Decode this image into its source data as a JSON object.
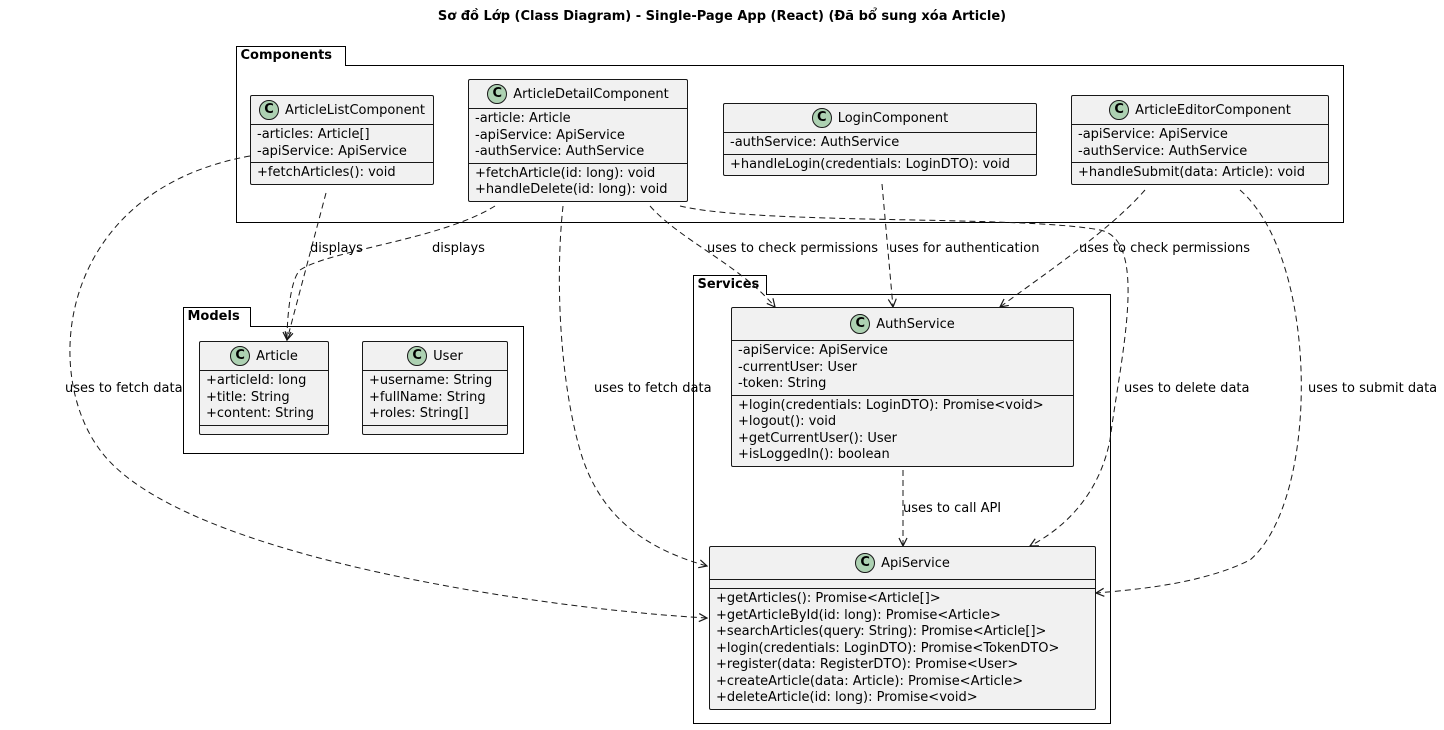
{
  "title": "Sơ đồ Lớp (Class Diagram) - Single-Page App (React) (Đã bổ sung xóa Article)",
  "packages": {
    "components": "Components",
    "models": "Models",
    "services": "Services"
  },
  "class_icon": "C",
  "classes": {
    "article_list": {
      "name": "ArticleListComponent",
      "fields": [
        "-articles: Article[]",
        "-apiService: ApiService"
      ],
      "methods": [
        "+fetchArticles(): void"
      ]
    },
    "article_detail": {
      "name": "ArticleDetailComponent",
      "fields": [
        "-article: Article",
        "-apiService: ApiService",
        "-authService: AuthService"
      ],
      "methods": [
        "+fetchArticle(id: long): void",
        "+handleDelete(id: long): void"
      ]
    },
    "login": {
      "name": "LoginComponent",
      "fields": [
        "-authService: AuthService"
      ],
      "methods": [
        "+handleLogin(credentials: LoginDTO): void"
      ]
    },
    "article_editor": {
      "name": "ArticleEditorComponent",
      "fields": [
        "-apiService: ApiService",
        "-authService: AuthService"
      ],
      "methods": [
        "+handleSubmit(data: Article): void"
      ]
    },
    "article": {
      "name": "Article",
      "fields": [
        "+articleId: long",
        "+title: String",
        "+content: String"
      ],
      "methods": []
    },
    "user": {
      "name": "User",
      "fields": [
        "+username: String",
        "+fullName: String",
        "+roles: String[]"
      ],
      "methods": []
    },
    "auth_service": {
      "name": "AuthService",
      "fields": [
        "-apiService: ApiService",
        "-currentUser: User",
        "-token: String"
      ],
      "methods": [
        "+login(credentials: LoginDTO): Promise<void>",
        "+logout(): void",
        "+getCurrentUser(): User",
        "+isLoggedIn(): boolean"
      ]
    },
    "api_service": {
      "name": "ApiService",
      "fields": [],
      "methods": [
        "+getArticles(): Promise<Article[]>",
        "+getArticleById(id: long): Promise<Article>",
        "+searchArticles(query: String): Promise<Article[]>",
        "+login(credentials: LoginDTO): Promise<TokenDTO>",
        "+register(data: RegisterDTO): Promise<User>",
        "+createArticle(data: Article): Promise<Article>",
        "+deleteArticle(id: long): Promise<void>"
      ]
    }
  },
  "relations": [
    {
      "from": "ArticleListComponent",
      "to": "Article",
      "label": "displays"
    },
    {
      "from": "ArticleListComponent",
      "to": "ApiService",
      "label": "uses to fetch data"
    },
    {
      "from": "ArticleDetailComponent",
      "to": "Article",
      "label": "displays"
    },
    {
      "from": "ArticleDetailComponent",
      "to": "ApiService",
      "label": "uses to fetch data"
    },
    {
      "from": "ArticleDetailComponent",
      "to": "AuthService",
      "label": "uses to check permissions"
    },
    {
      "from": "ArticleDetailComponent",
      "to": "ApiService",
      "label": "uses to delete data"
    },
    {
      "from": "LoginComponent",
      "to": "AuthService",
      "label": "uses for authentication"
    },
    {
      "from": "ArticleEditorComponent",
      "to": "AuthService",
      "label": "uses to check permissions"
    },
    {
      "from": "ArticleEditorComponent",
      "to": "ApiService",
      "label": "uses to submit data"
    },
    {
      "from": "AuthService",
      "to": "ApiService",
      "label": "uses to call API"
    }
  ]
}
